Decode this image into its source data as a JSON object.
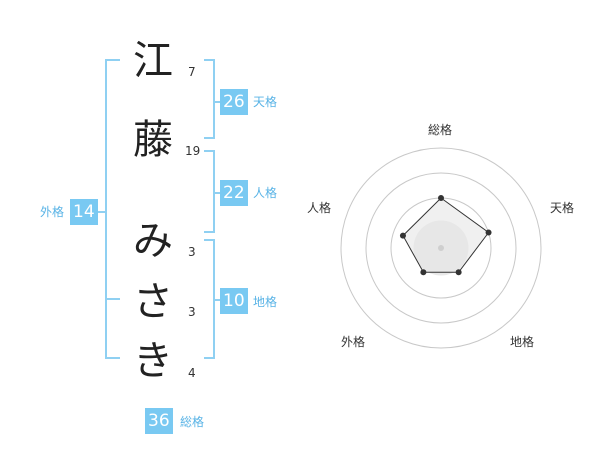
{
  "name": {
    "characters": [
      {
        "char": "江",
        "strokes": "7"
      },
      {
        "char": "藤",
        "strokes": "19"
      },
      {
        "char": "み",
        "strokes": "3"
      },
      {
        "char": "さ",
        "strokes": "3"
      },
      {
        "char": "き",
        "strokes": "4"
      }
    ]
  },
  "fortunes": {
    "tenkaku": {
      "value": "26",
      "label": "天格"
    },
    "jinkaku": {
      "value": "22",
      "label": "人格"
    },
    "chikaku": {
      "value": "10",
      "label": "地格"
    },
    "gaikaku": {
      "value": "14",
      "label": "外格"
    },
    "soukaku": {
      "value": "36",
      "label": "総格"
    }
  },
  "colors": {
    "accent": "#79c9f2",
    "accent_text": "#58b3e6",
    "bracket": "#8fd0f2"
  },
  "chart_data": {
    "type": "radar",
    "axes": [
      "総格",
      "天格",
      "地格",
      "外格",
      "人格"
    ],
    "values": [
      0.5,
      0.5,
      0.3,
      0.3,
      0.4
    ],
    "rings": 4,
    "range": [
      0,
      1
    ]
  }
}
